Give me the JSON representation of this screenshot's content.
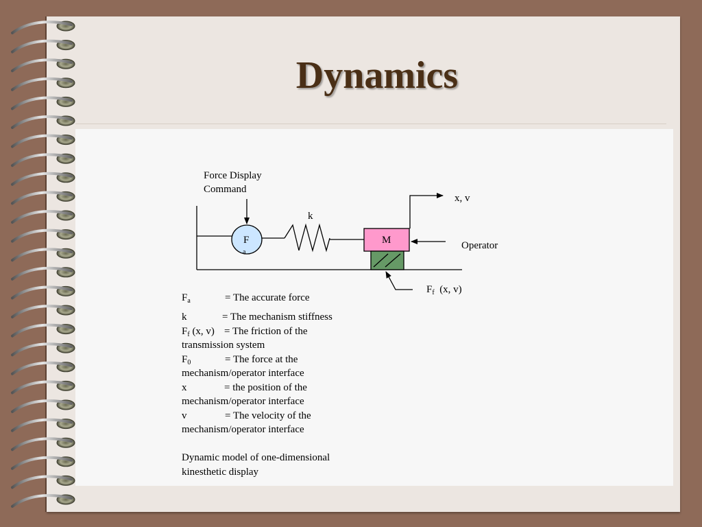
{
  "slide": {
    "title": "Dynamics"
  },
  "diagram": {
    "command_line1": "Force Display",
    "command_line2": "Command",
    "output_label": "x, v",
    "spring_label": "k",
    "force_node_main": "F",
    "force_node_sub": "a",
    "mass_label": "M",
    "operator_label": "Operator",
    "friction_main": "F",
    "friction_sub": "f",
    "friction_args": "(x, v)"
  },
  "legend": {
    "fa": {
      "symbol": "F",
      "sub": "a",
      "desc": "= The accurate force"
    },
    "k": {
      "symbol": "k",
      "desc": "=  The mechanism stiffness"
    },
    "ff": {
      "symbol": "F",
      "sub": "f",
      "args": "(x, v)",
      "desc": "= The friction of the",
      "desc2": "transmission system"
    },
    "f0": {
      "symbol": "F",
      "sub": "0",
      "desc": "= The force at the",
      "desc2": "mechanism/operator interface"
    },
    "x": {
      "symbol": "x",
      "desc": "=  the position of the",
      "desc2": "mechanism/operator interface"
    },
    "v": {
      "symbol": "v",
      "desc": "= The velocity of the",
      "desc2": "mechanism/operator interface"
    },
    "caption_line1": "Dynamic model of one-dimensional",
    "caption_line2": "kinesthetic display"
  },
  "colors": {
    "background": "#8e6a58",
    "page": "#ece6e1",
    "content": "#f7f7f7",
    "title": "#4a2f16",
    "force_node": "#cce6ff",
    "mass": "#ff99cc",
    "friction_block": "#669966"
  }
}
